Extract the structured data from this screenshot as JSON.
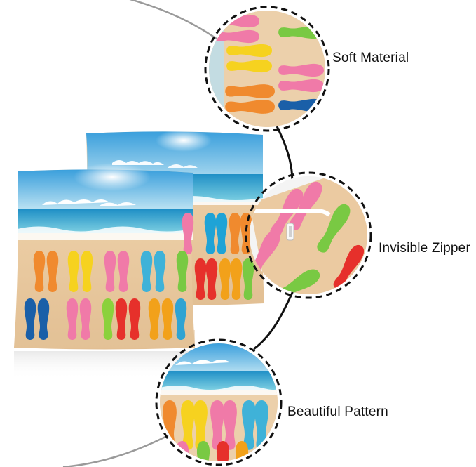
{
  "callouts": {
    "soft_material": "Soft Material",
    "invisible_zipper": "Invisible Zipper",
    "beautiful_pattern": "Beautiful Pattern"
  },
  "colors": {
    "sky": "#3a9fdc",
    "sea": "#3fb4d8",
    "sand": "#e9c9a0",
    "connector": "#111111",
    "arc": "#8a8a8a"
  },
  "icons": [
    "flip-flop-icon"
  ]
}
